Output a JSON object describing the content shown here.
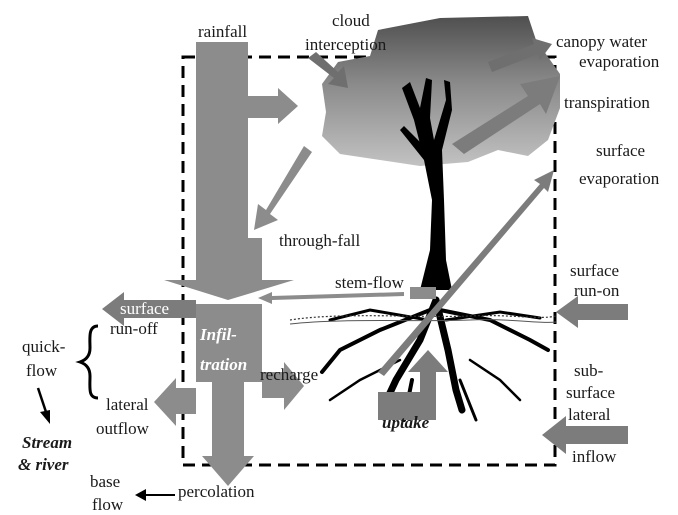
{
  "colors": {
    "arrow_gray": "#8c8c8c",
    "arrow_dark": "#6f6f6f",
    "canopy_dark": "#555555",
    "canopy_mid": "#8a8a8a",
    "canopy_light": "#b8b8b8",
    "tree": "#000000",
    "boundary": "#000000"
  },
  "labels": {
    "rainfall": "rainfall",
    "cloud_interception_1": "cloud",
    "cloud_interception_2": "interception",
    "canopy_water_evaporation_1": "canopy water",
    "canopy_water_evaporation_2": "evaporation",
    "transpiration": "transpiration",
    "surface_evaporation_1": "surface",
    "surface_evaporation_2": "evaporation",
    "through_fall": "through-fall",
    "stem_flow": "stem-flow",
    "surface_runon_1": "surface",
    "surface_runon_2": "run-on",
    "surface_runoff_1": "surface",
    "surface_runoff_2": "run-off",
    "quickflow_1": "quick-",
    "quickflow_2": "flow",
    "infiltration_1": "Infil-",
    "infiltration_2": "tration",
    "recharge": "recharge",
    "uptake": "uptake",
    "lateral_outflow_1": "lateral",
    "lateral_outflow_2": "outflow",
    "subsurface_lateral_inflow_1": "sub-",
    "subsurface_lateral_inflow_2": "surface",
    "subsurface_lateral_inflow_3": "lateral",
    "subsurface_lateral_inflow_4": "inflow",
    "stream_river_1": "Stream",
    "stream_river_2": "& river",
    "base_flow_1": "base",
    "base_flow_2": "flow",
    "percolation": "percolation"
  }
}
